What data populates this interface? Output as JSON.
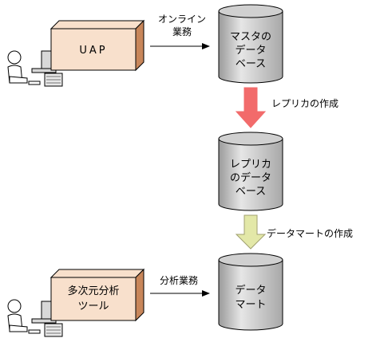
{
  "uap_box": {
    "label": "UAP"
  },
  "analysis_box": {
    "line1": "多次元分析",
    "line2": "ツール"
  },
  "db_master": {
    "line1": "マスタの",
    "line2": "データ",
    "line3": "ベース"
  },
  "db_replica": {
    "line1": "レプリカ",
    "line2": "のデータ",
    "line3": "ベース"
  },
  "db_mart": {
    "line1": "データ",
    "line2": "マート"
  },
  "arrow_online": {
    "line1": "オンライン",
    "line2": "業務"
  },
  "arrow_analysis": {
    "label": "分析業務"
  },
  "step_replica": {
    "label": "レプリカの作成",
    "color": "#f26b6b"
  },
  "step_mart": {
    "label": "データマートの作成",
    "color": "#e3e8a8"
  },
  "colors": {
    "box_fill": "#f8e0cc",
    "box_side": "#c8865a",
    "cylinder_body": "#c8c8c8"
  }
}
